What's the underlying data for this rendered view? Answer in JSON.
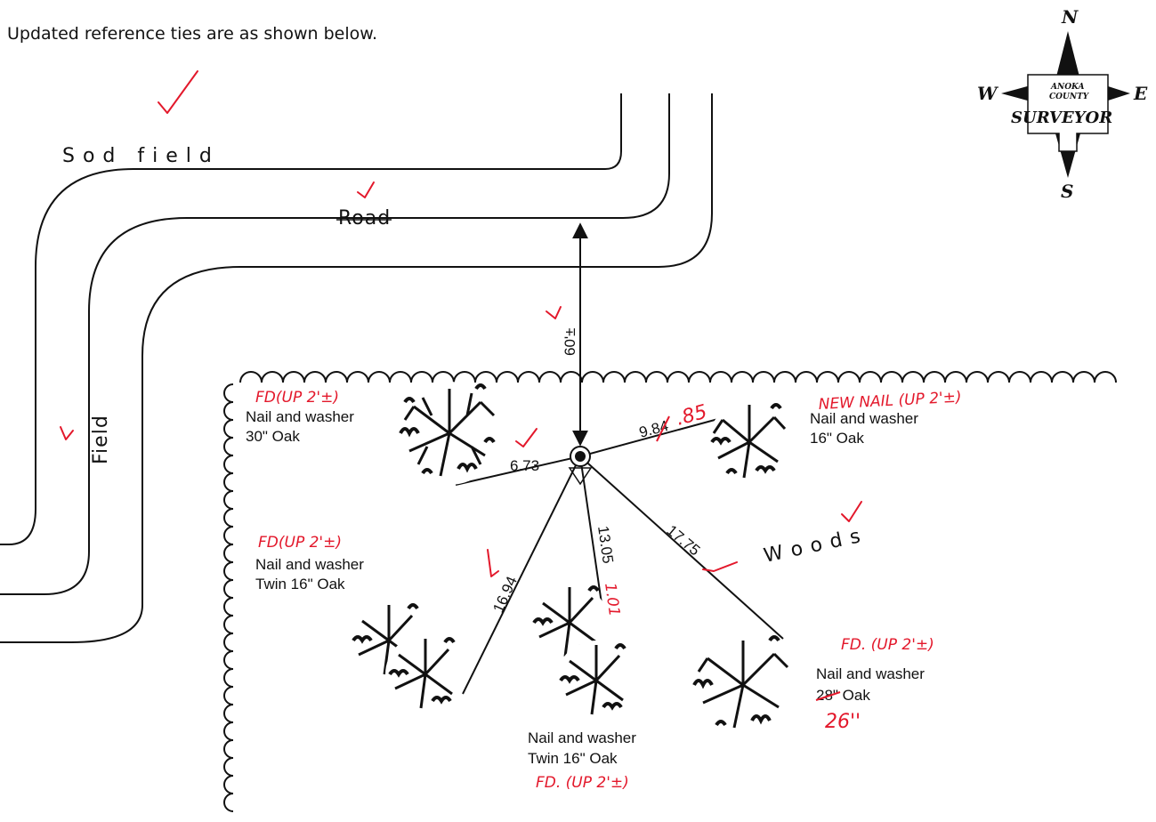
{
  "header": {
    "note": "Updated reference ties are as shown below."
  },
  "compass": {
    "north": "N",
    "south": "S",
    "east": "E",
    "west": "W",
    "badge_line1": "ANOKA",
    "badge_line2": "COUNTY",
    "badge_line3": "SURVEYOR"
  },
  "areas": {
    "sod_field": "S o d   f i e l d",
    "road": "Road",
    "field": "Field",
    "woods": "W o o d s"
  },
  "ties": {
    "north": {
      "distance": "60'±"
    },
    "nw_tree": {
      "distance": "6.73",
      "desc_line1": "Nail and washer",
      "desc_line2": "30\" Oak",
      "note": "FD(UP 2'±)"
    },
    "ne_tree": {
      "distance_old": "9.84",
      "distance_new": ".85",
      "desc_line1": "Nail and washer",
      "desc_line2": "16\" Oak",
      "note": "NEW NAIL (UP 2'±)"
    },
    "sw_tree": {
      "distance": "16.94",
      "desc_line1": "Nail and washer",
      "desc_line2": "Twin 16\" Oak",
      "note": "FD(UP 2'±)"
    },
    "s_tree": {
      "distance_old": "13.05",
      "distance_new": "1.01",
      "desc_line1": "Nail and washer",
      "desc_line2": "Twin 16\" Oak",
      "note": "FD. (UP 2'±)"
    },
    "se_tree": {
      "distance": "17.75",
      "desc_line1": "Nail and washer",
      "desc_line2_old": "28\" Oak",
      "desc_line2_new": "26''",
      "note": "FD. (UP 2'±)"
    }
  },
  "colors": {
    "ink": "#111111",
    "markup": "#e3182b"
  }
}
